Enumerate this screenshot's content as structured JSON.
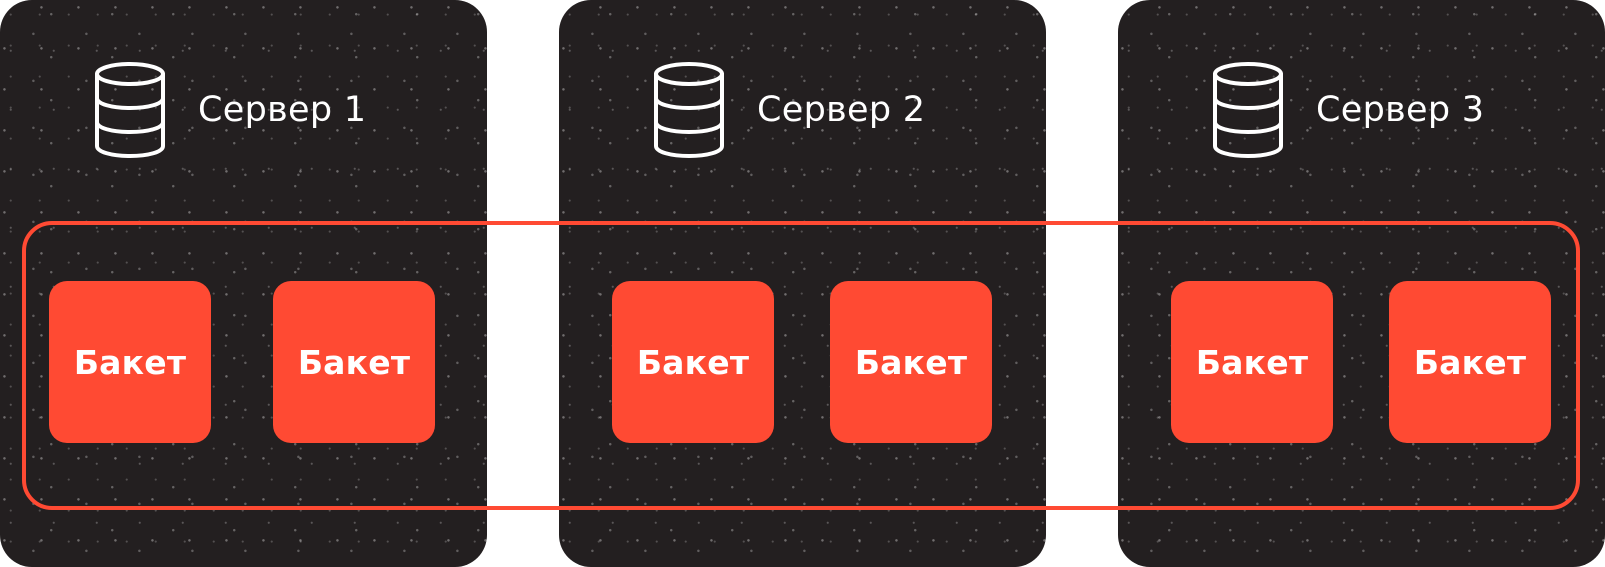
{
  "diagram": {
    "servers": [
      {
        "title": "Сервер 1",
        "icon": "database-icon",
        "buckets": [
          {
            "label": "Бакет"
          },
          {
            "label": "Бакет"
          }
        ]
      },
      {
        "title": "Сервер 2",
        "icon": "database-icon",
        "buckets": [
          {
            "label": "Бакет"
          },
          {
            "label": "Бакет"
          }
        ]
      },
      {
        "title": "Сервер 3",
        "icon": "database-icon",
        "buckets": [
          {
            "label": "Бакет"
          },
          {
            "label": "Бакет"
          }
        ]
      }
    ],
    "colors": {
      "server_background": "#231f20",
      "bucket_fill": "#ff4a33",
      "outline": "#ff4a33",
      "text": "#ffffff"
    }
  }
}
